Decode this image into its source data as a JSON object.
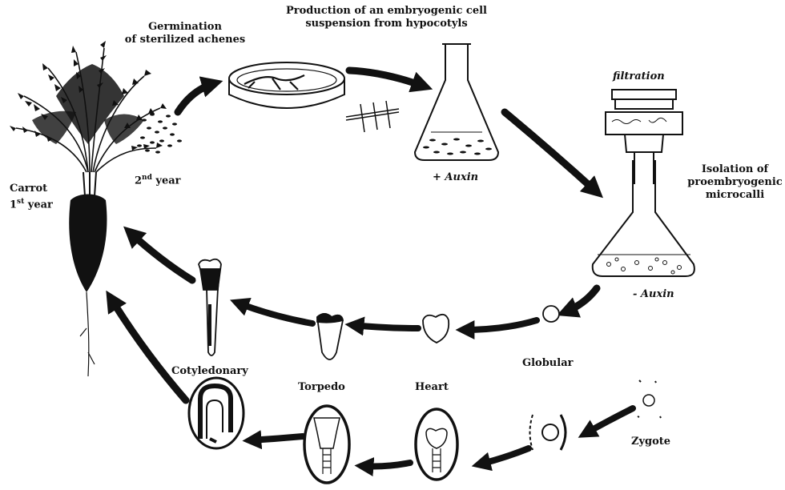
{
  "labels": {
    "germination_line1": "Germination",
    "germination_line2": "of sterilized achenes",
    "production_line1": "Production of an embryogenic cell",
    "production_line2": "suspension from hypocotyls",
    "filtration": "filtration",
    "isolation_line1": "Isolation of",
    "isolation_line2": "proembryogenic",
    "isolation_line3": "microcalli",
    "plus_auxin": "+ Auxin",
    "minus_auxin": "- Auxin",
    "second_year_num": "2",
    "second_year_sup": "nd",
    "second_year_word": " year",
    "carrot": "Carrot",
    "first_year_num": "1",
    "first_year_sup": "st",
    "first_year_word": " year",
    "globular": "Globular",
    "zygote": "Zygote",
    "heart": "Heart",
    "torpedo": "Torpedo",
    "cotyledonary": "Cotyledonary"
  },
  "colors": {
    "ink": "#111111",
    "paper": "#ffffff"
  },
  "icons": [
    "carrot-plant",
    "petri-dish",
    "erlenmeyer-flask",
    "filter-funnel",
    "embryo-ovule"
  ]
}
